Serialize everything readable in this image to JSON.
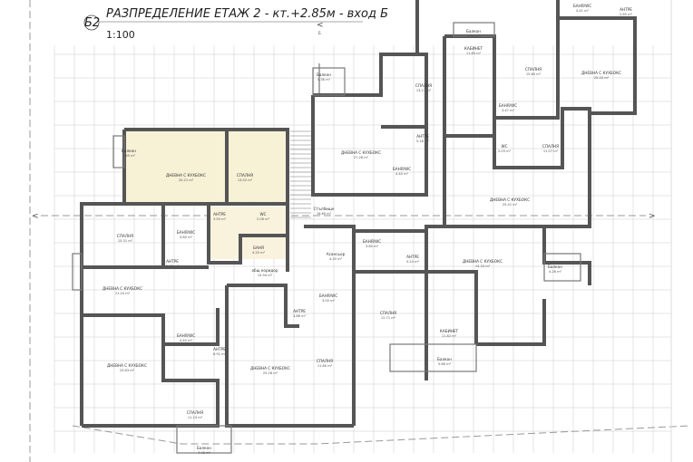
{
  "header": {
    "title": "РАЗПРЕДЕЛЕНИЕ ЕТАЖ 2 - кт.+2.85м - вход Б",
    "marker": "Б2",
    "scale": "1:100",
    "section_marker": "Б"
  },
  "highlight_color": "#f7f1d6",
  "rooms": [
    {
      "name": "Балкон",
      "area": "2.65 m²"
    },
    {
      "name": "ДНЕВНА С КУХБОКС",
      "area": "20.21 m²"
    },
    {
      "name": "СПАЛНЯ",
      "area": "13.02 m²"
    },
    {
      "name": "АНТРЕ",
      "area": "3.50 m²"
    },
    {
      "name": "WC",
      "area": "2.08 m²"
    },
    {
      "name": "БАНЯ",
      "area": "4.20 m²"
    },
    {
      "name": "СПАЛНЯ",
      "area": "15.31 m²"
    },
    {
      "name": "БАНЯ/WC",
      "area": "3.80 m²"
    },
    {
      "name": "АНТРЕ",
      "area": "2.63 m²"
    },
    {
      "name": "ДНЕВНА С КУХБОКС",
      "area": "21.20 m²"
    },
    {
      "name": "общ коридор",
      "area": "14.94 m²"
    },
    {
      "name": "БАНЯ/WC",
      "area": "4.40 m²"
    },
    {
      "name": "АНТРЕ",
      "area": "6.92 m²"
    },
    {
      "name": "ДНЕВНА С КУХБОКС",
      "area": "23.83 m²"
    },
    {
      "name": "СПАЛНЯ",
      "area": "11.24 m²"
    },
    {
      "name": "ДНЕВНА С КУХБОКС",
      "area": "25.28 m²"
    },
    {
      "name": "Балкон",
      "area": "7.48 m²"
    },
    {
      "name": "Стълбище",
      "area": "16.60 m²"
    },
    {
      "name": "Асансьор",
      "area": "4.20 m²"
    },
    {
      "name": "БАНЯ/WC",
      "area": "3.00 m²"
    },
    {
      "name": "АНТРЕ",
      "area": "3.88 m²"
    },
    {
      "name": "СПАЛНЯ",
      "area": "11.80 m²"
    },
    {
      "name": "БАНЯ/WC",
      "area": "3.80 m²"
    },
    {
      "name": "АНТРЕ",
      "area": "5.24 m²"
    },
    {
      "name": "СПАЛНЯ",
      "area": "12.71 m²"
    },
    {
      "name": "КАБИНЕТ",
      "area": "11.82 m²"
    },
    {
      "name": "ДНЕВНА С КУХБОКС",
      "area": "14.33 m²"
    },
    {
      "name": "Балкон",
      "area": "5.68 m²"
    },
    {
      "name": "ДНЕВНА С КУХБОКС",
      "area": "25.41 m²"
    },
    {
      "name": "Балкон",
      "area": "4.28 m²"
    },
    {
      "name": "СПАЛНЯ",
      "area": "13.27 m²"
    },
    {
      "name": "ДНЕВНА С КУХБОКС",
      "area": "27.28 m²"
    },
    {
      "name": "АНТРЕ",
      "area": "5.18 m²"
    },
    {
      "name": "БАНЯ/WC",
      "area": "4.40 m²"
    },
    {
      "name": "БАНЯ/WC",
      "area": "3.47 m²"
    },
    {
      "name": "СПАЛНЯ",
      "area": "15.80 m²"
    },
    {
      "name": "ДНЕВНА С КУХБОКС",
      "area": "25.00 m²"
    },
    {
      "name": "СПАЛНЯ",
      "area": "11.07 m²"
    },
    {
      "name": "WC",
      "area": "2.03 m²"
    },
    {
      "name": "КАБИНЕТ",
      "area": "11.83 m²"
    },
    {
      "name": "Балкон",
      "area": "5.36 m²"
    },
    {
      "name": "Балкон",
      "area": "2.80 m²"
    },
    {
      "name": "БАНЯ/WC",
      "area": "4.41 m²"
    },
    {
      "name": "АНТРЕ",
      "area": "2.65 m²"
    }
  ]
}
